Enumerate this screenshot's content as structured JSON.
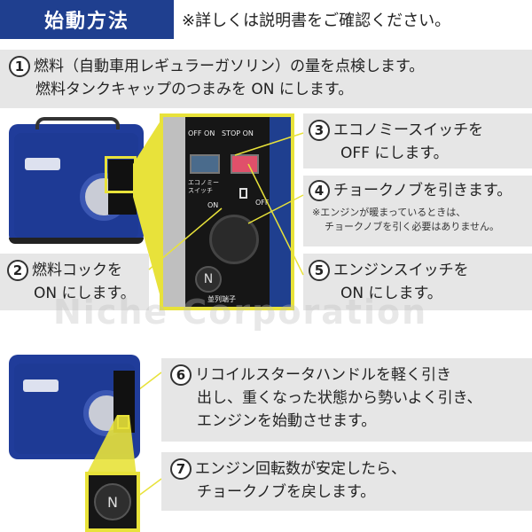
{
  "header": {
    "title": "始動方法",
    "note": "※詳しくは説明書をご確認ください。"
  },
  "steps": {
    "s1": {
      "num": "1",
      "line1": "燃料（自動車用レギュラーガソリン）の量を点検します。",
      "line2": "燃料タンクキャップのつまみを ON にします。"
    },
    "s2": {
      "num": "2",
      "line1": "燃料コックを",
      "line2": "ON にします。"
    },
    "s3": {
      "num": "3",
      "line1": "エコノミースイッチを",
      "line2": "OFF にします。"
    },
    "s4": {
      "num": "4",
      "line1": "チョークノブを引きます。",
      "note1": "※エンジンが暖まっているときは、",
      "note2": "チョークノブを引く必要はありません。"
    },
    "s5": {
      "num": "5",
      "line1": "エンジンスイッチを",
      "line2": "ON にします。"
    },
    "s6": {
      "num": "6",
      "line1": "リコイルスタータハンドルを軽く引き",
      "line2": "出し、重くなった状態から勢いよく引き、",
      "line3": "エンジンを始動させます。"
    },
    "s7": {
      "num": "7",
      "line1": "エンジン回転数が安定したら、",
      "line2": "チョークノブを戻します。"
    }
  },
  "panel": {
    "off_on": "OFF  ON",
    "stop_on": "STOP ON",
    "eco_label1": "エコノミー",
    "eco_label2": "スイッチ",
    "on": "ON",
    "off": "OFF",
    "parallel": "並列端子"
  },
  "watermark": "Niche Corporation",
  "colors": {
    "accent": "#1f3f8f",
    "highlight": "#e8e23a",
    "box": "#e6e6e6"
  }
}
